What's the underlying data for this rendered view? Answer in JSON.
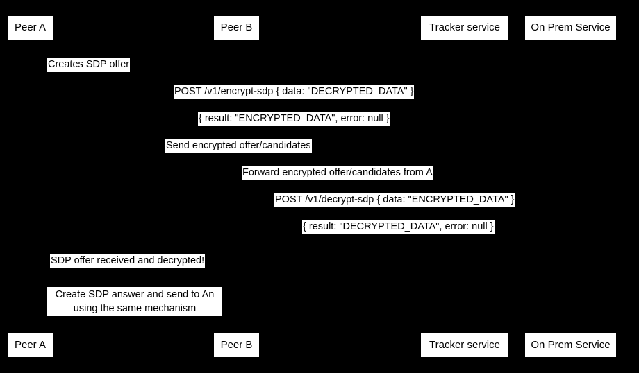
{
  "diagram": {
    "type": "sequence-diagram",
    "background_color": "#000000",
    "label_background_color": "#ffffff",
    "label_text_color": "#000000",
    "participants": [
      {
        "id": "peer-a",
        "label": "Peer A"
      },
      {
        "id": "peer-b",
        "label": "Peer B"
      },
      {
        "id": "tracker-service",
        "label": "Tracker service"
      },
      {
        "id": "on-prem-service",
        "label": "On Prem Service"
      }
    ],
    "messages": [
      {
        "id": "creates-sdp-offer",
        "label": "Creates SDP offer"
      },
      {
        "id": "post-encrypt-sdp",
        "label": "POST /v1/encrypt-sdp { data: \"DECRYPTED_DATA\" }"
      },
      {
        "id": "encrypt-sdp-result",
        "label": "{ result: \"ENCRYPTED_DATA\", error: null }"
      },
      {
        "id": "send-encrypted-offer",
        "label": "Send encrypted offer/candidates"
      },
      {
        "id": "forward-encrypted-offer",
        "label": "Forward encrypted offer/candidates from A"
      },
      {
        "id": "post-decrypt-sdp",
        "label": "POST /v1/decrypt-sdp { data: \"ENCRYPTED_DATA\" }"
      },
      {
        "id": "decrypt-sdp-result",
        "label": "{ result: \"DECRYPTED_DATA\", error: null }"
      },
      {
        "id": "sdp-offer-received",
        "label": "SDP offer received and decrypted!"
      },
      {
        "id": "create-sdp-answer",
        "label": "Create SDP answer and send to An using the same mechanism"
      }
    ]
  }
}
